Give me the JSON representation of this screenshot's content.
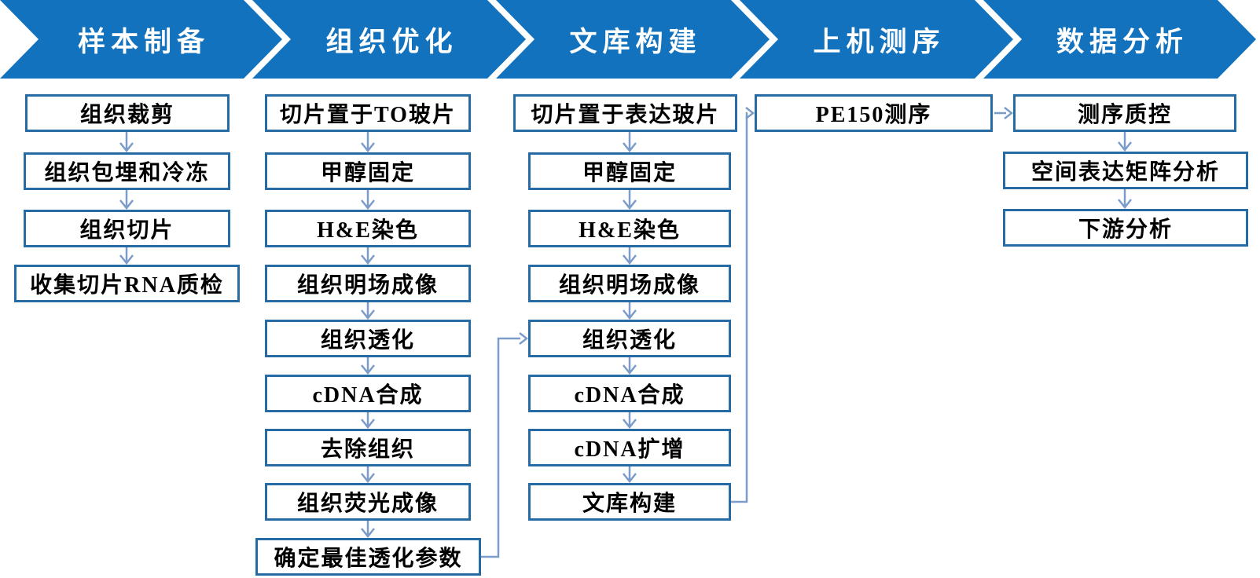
{
  "header": {
    "stages": [
      {
        "label": "样本制备"
      },
      {
        "label": "组织优化"
      },
      {
        "label": "文库构建"
      },
      {
        "label": "上机测序"
      },
      {
        "label": "数据分析"
      }
    ]
  },
  "columns": [
    {
      "stage": "样本制备",
      "boxes": [
        "组织裁剪",
        "组织包埋和冷冻",
        "组织切片",
        "收集切片RNA质检"
      ]
    },
    {
      "stage": "组织优化",
      "boxes": [
        "切片置于TO玻片",
        "甲醇固定",
        "H&E染色",
        "组织明场成像",
        "组织透化",
        "cDNA合成",
        "去除组织",
        "组织荧光成像",
        "确定最佳透化参数"
      ]
    },
    {
      "stage": "文库构建",
      "boxes": [
        "切片置于表达玻片",
        "甲醇固定",
        "H&E染色",
        "组织明场成像",
        "组织透化",
        "cDNA合成",
        "cDNA扩增",
        "文库构建"
      ]
    },
    {
      "stage": "上机测序",
      "boxes": [
        "PE150测序"
      ]
    },
    {
      "stage": "数据分析",
      "boxes": [
        "测序质控",
        "空间表达矩阵分析",
        "下游分析"
      ]
    }
  ],
  "colors": {
    "chevron_blue": "#1272BD",
    "chevron_text": "#FFFFFF",
    "box_border": "#276BA4",
    "box_fill": "#FFFFFF",
    "box_text": "#000000",
    "arrow": "#7B9CC9"
  }
}
